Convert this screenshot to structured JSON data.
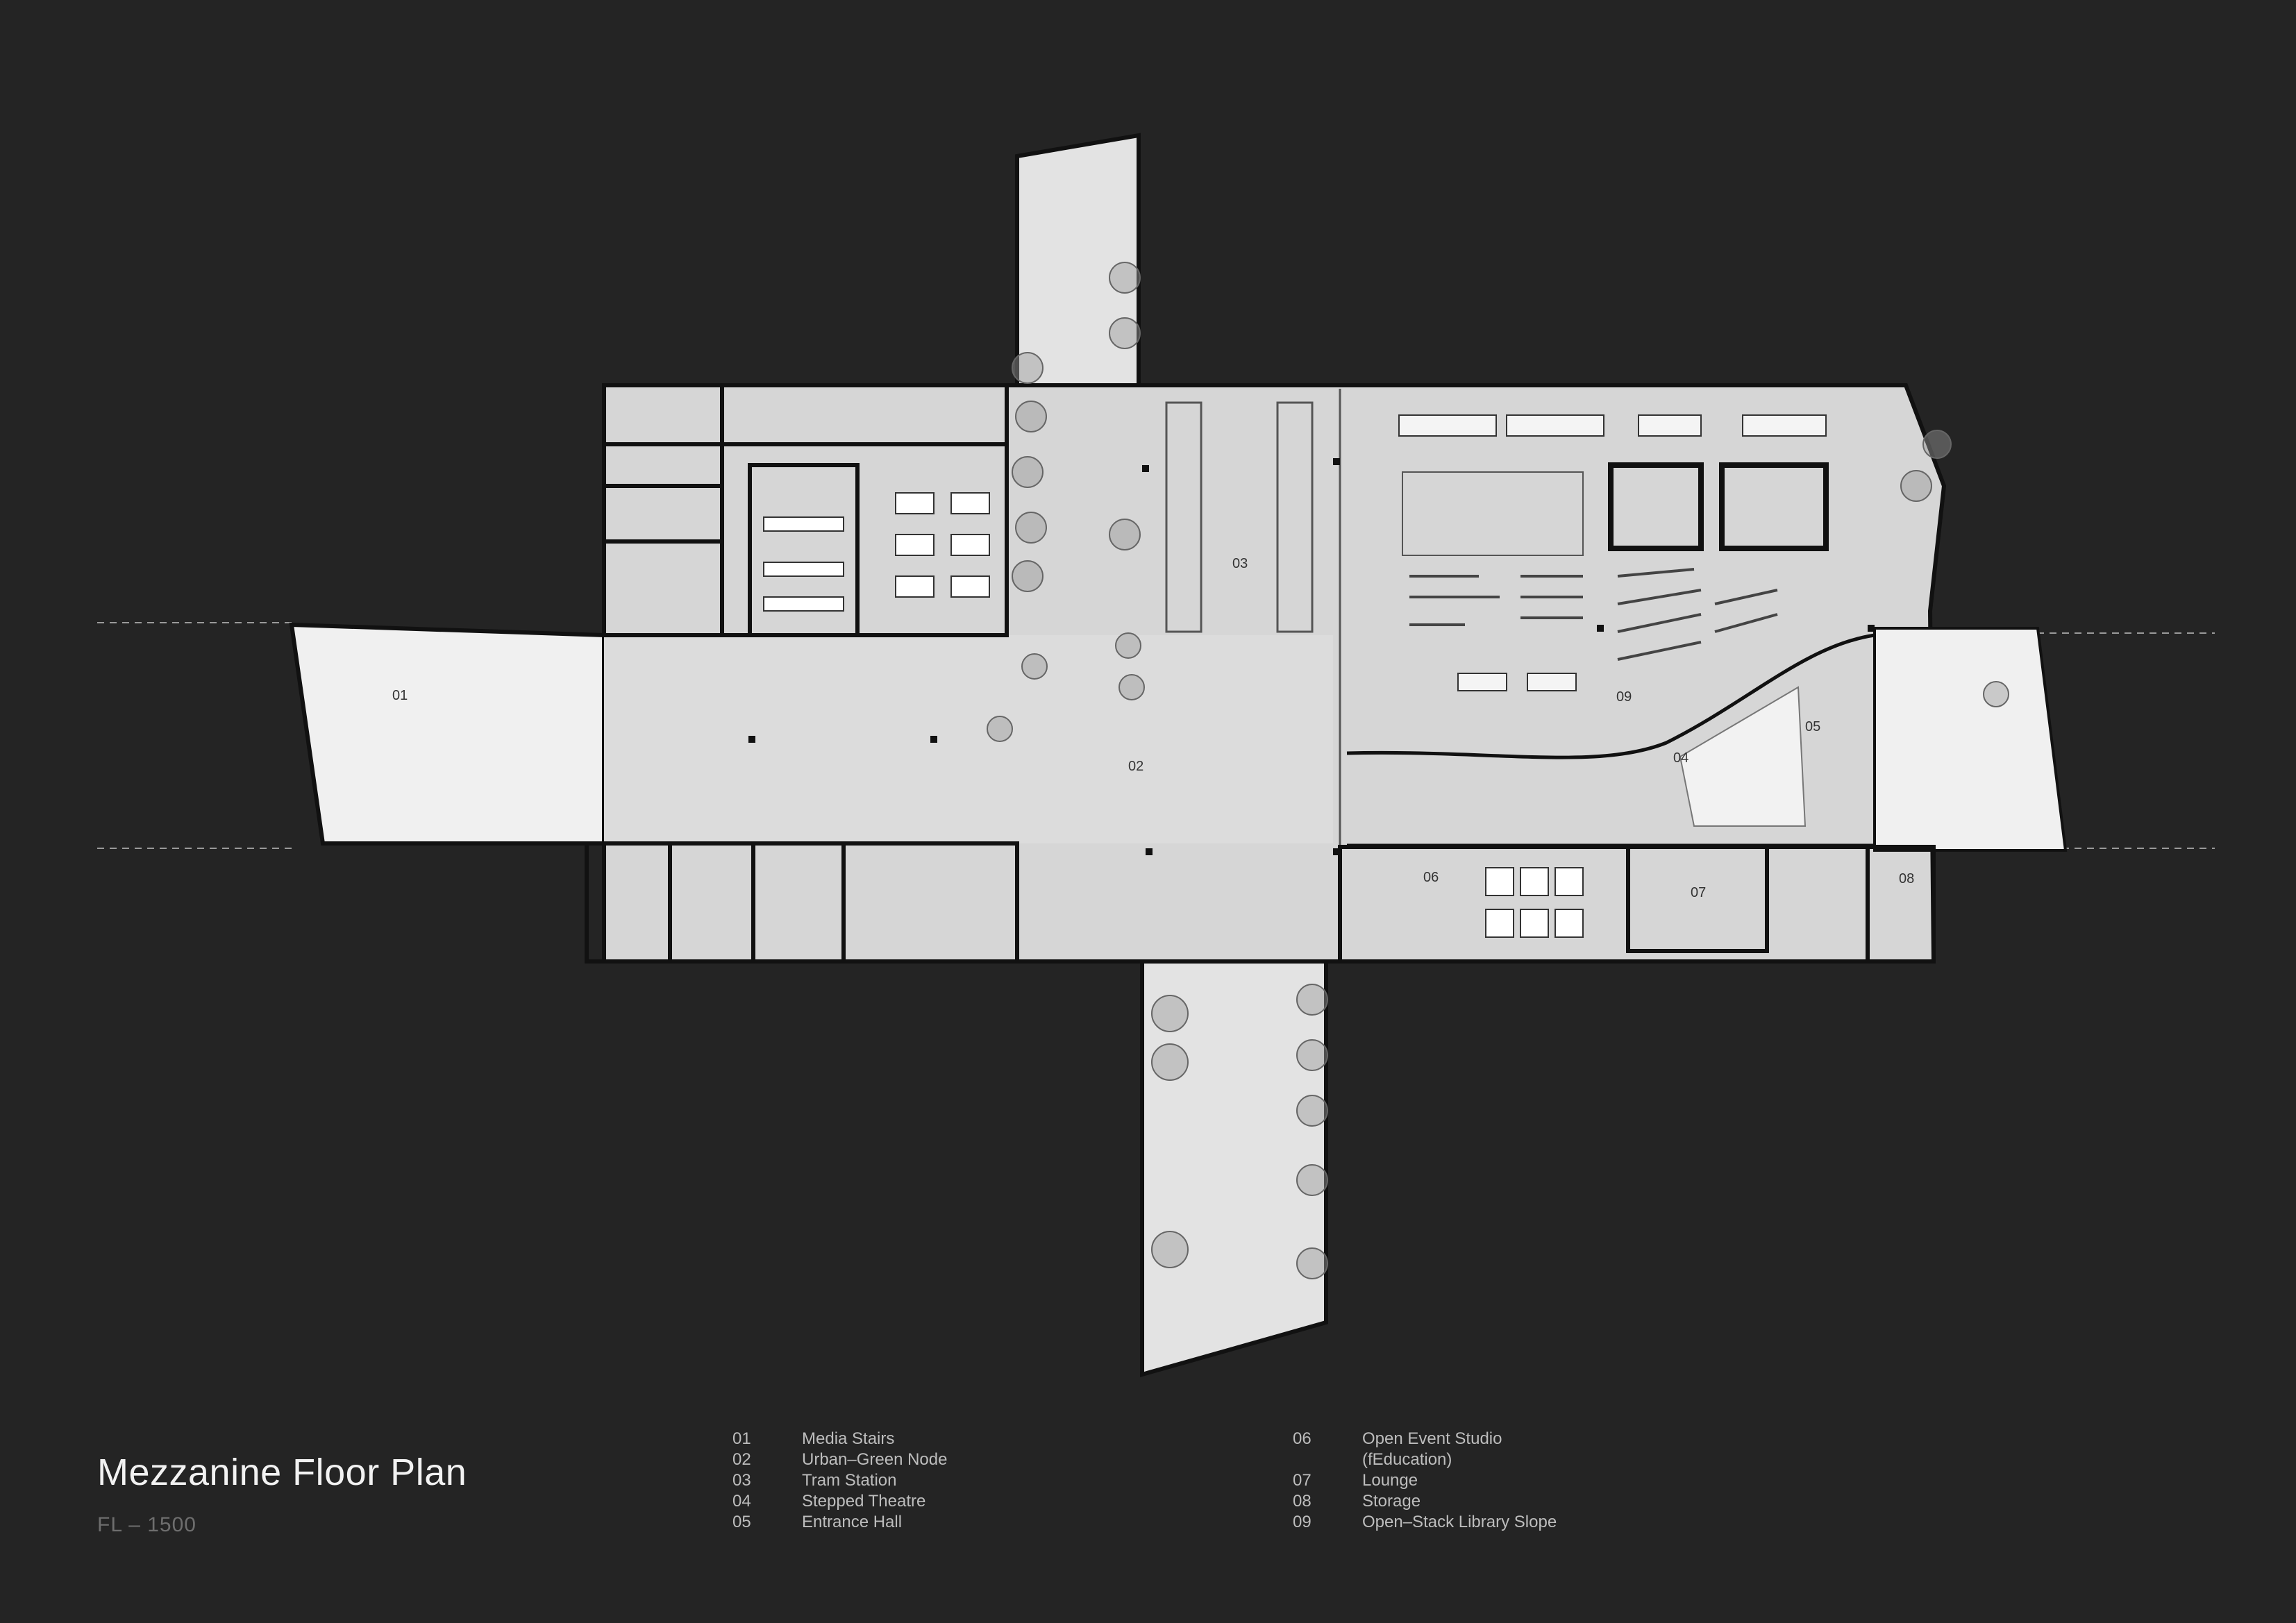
{
  "title": "Mezzanine Floor Plan",
  "subtitle": "FL – 1500",
  "room_labels": {
    "r01": "01",
    "r02": "02",
    "r03": "03",
    "r04": "04",
    "r05": "05",
    "r06": "06",
    "r07": "07",
    "r08": "08",
    "r09": "09"
  },
  "legend_left": [
    {
      "num": "01",
      "label": "Media Stairs"
    },
    {
      "num": "02",
      "label": "Urban–Green Node"
    },
    {
      "num": "03",
      "label": "Tram Station"
    },
    {
      "num": "04",
      "label": "Stepped Theatre"
    },
    {
      "num": "05",
      "label": "Entrance Hall"
    }
  ],
  "legend_right": [
    {
      "num": "06",
      "label": "Open Event Studio"
    },
    {
      "num": "",
      "label": "(fEducation)"
    },
    {
      "num": "07",
      "label": "Lounge"
    },
    {
      "num": "08",
      "label": "Storage"
    },
    {
      "num": "09",
      "label": "Open–Stack Library Slope"
    }
  ],
  "colors": {
    "background": "#242424",
    "floor": "#d9d9d9",
    "floor_light": "#efefef",
    "wall": "#111111",
    "tree": "#9a9a9a"
  }
}
